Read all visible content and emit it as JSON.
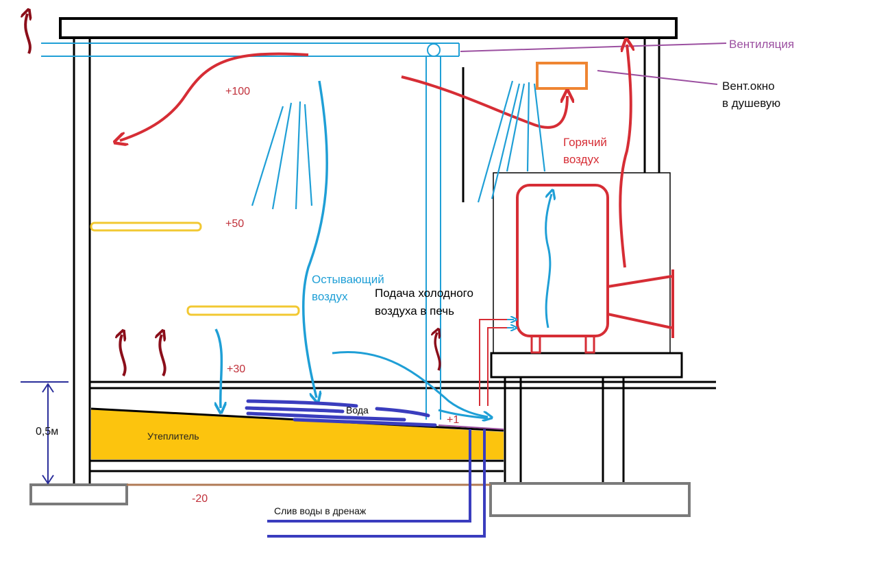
{
  "colors": {
    "structure": "#000000",
    "hot_air": "#d62d35",
    "cool_air": "#1f9fd6",
    "warm_rising": "#8b0e1a",
    "ventilation": "#9b4fa0",
    "insulation": "#fcc40e",
    "bench": "#f2c832",
    "water": "#3a3dbe",
    "vent_window": "#ef8532",
    "foundation": "#7a7a7a",
    "ground_line": "#b07a55",
    "height_marker": "#2a2e9a"
  },
  "labels": {
    "ventilation": "Вентиляция",
    "vent_window_line1": "Вент.окно",
    "vent_window_line2": "в душевую",
    "hot_air_line1": "Горячий",
    "hot_air_line2": "воздух",
    "cooling_air_line1": "Остывающий",
    "cooling_air_line2": "воздух",
    "cold_supply_line1": "Подача холодного",
    "cold_supply_line2": "воздуха в печь",
    "water": "Вода",
    "insulation": "Утеплитель",
    "drain": "Слив воды в дренаж",
    "height": "0,5м"
  },
  "temperatures": {
    "top": "+100",
    "upper_bench": "+50",
    "lower_bench": "+30",
    "floor": "+1",
    "ground": "-20"
  },
  "icons": {
    "arrows_hot": "curved-arrow-icon",
    "arrows_cool": "curved-arrow-icon",
    "arrows_warm": "wavy-arrow-icon"
  }
}
